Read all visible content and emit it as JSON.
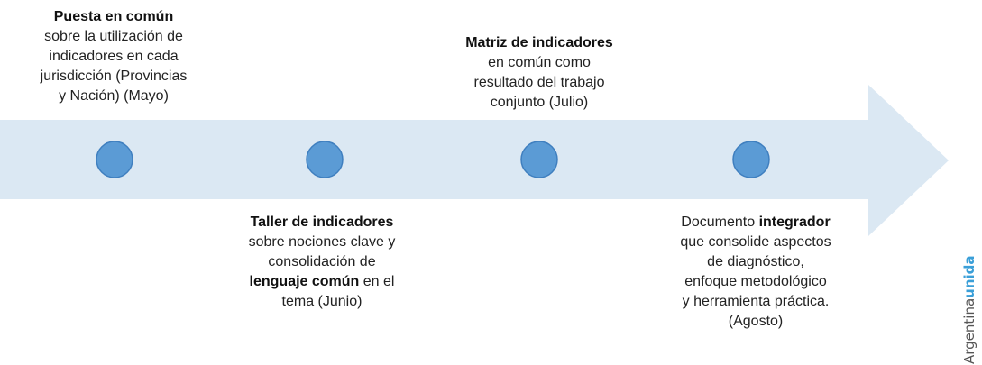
{
  "colors": {
    "arrow_fill": "#dbe8f3",
    "dot_fill": "#5b9bd5",
    "dot_stroke": "#3f7fbf",
    "text": "#222222",
    "brand_accent": "#3a9fd8",
    "brand_base": "#555555"
  },
  "milestones": [
    {
      "id": "m1",
      "lines": [
        [
          {
            "text": "Puesta en común",
            "bold": true
          }
        ],
        [
          {
            "text": "sobre la utilización de",
            "bold": false
          }
        ],
        [
          {
            "text": "indicadores en cada",
            "bold": false
          }
        ],
        [
          {
            "text": "jurisdicción (Provincias",
            "bold": false
          }
        ],
        [
          {
            "text": "y Nación) (Mayo)",
            "bold": false
          }
        ]
      ]
    },
    {
      "id": "m2",
      "lines": [
        [
          {
            "text": "Taller de indicadores",
            "bold": true
          }
        ],
        [
          {
            "text": "sobre nociones clave y",
            "bold": false
          }
        ],
        [
          {
            "text": "consolidación de",
            "bold": false
          }
        ],
        [
          {
            "text": "lenguaje común",
            "bold": true
          },
          {
            "text": " en el",
            "bold": false
          }
        ],
        [
          {
            "text": "tema (Junio)",
            "bold": false
          }
        ]
      ]
    },
    {
      "id": "m3",
      "lines": [
        [
          {
            "text": "Matriz de indicadores",
            "bold": true
          }
        ],
        [
          {
            "text": "en común como",
            "bold": false
          }
        ],
        [
          {
            "text": "resultado del trabajo",
            "bold": false
          }
        ],
        [
          {
            "text": "conjunto (Julio)",
            "bold": false
          }
        ]
      ]
    },
    {
      "id": "m4",
      "lines": [
        [
          {
            "text": "Documento ",
            "bold": false
          },
          {
            "text": "integrador",
            "bold": true
          }
        ],
        [
          {
            "text": "que consolide aspectos",
            "bold": false
          }
        ],
        [
          {
            "text": "de diagnóstico,",
            "bold": false
          }
        ],
        [
          {
            "text": "enfoque metodológico",
            "bold": false
          }
        ],
        [
          {
            "text": "y herramienta práctica.",
            "bold": false
          }
        ],
        [
          {
            "text": "(Agosto)",
            "bold": false
          }
        ]
      ]
    }
  ],
  "brand": {
    "part1": "Argentina",
    "part2": "unida"
  }
}
